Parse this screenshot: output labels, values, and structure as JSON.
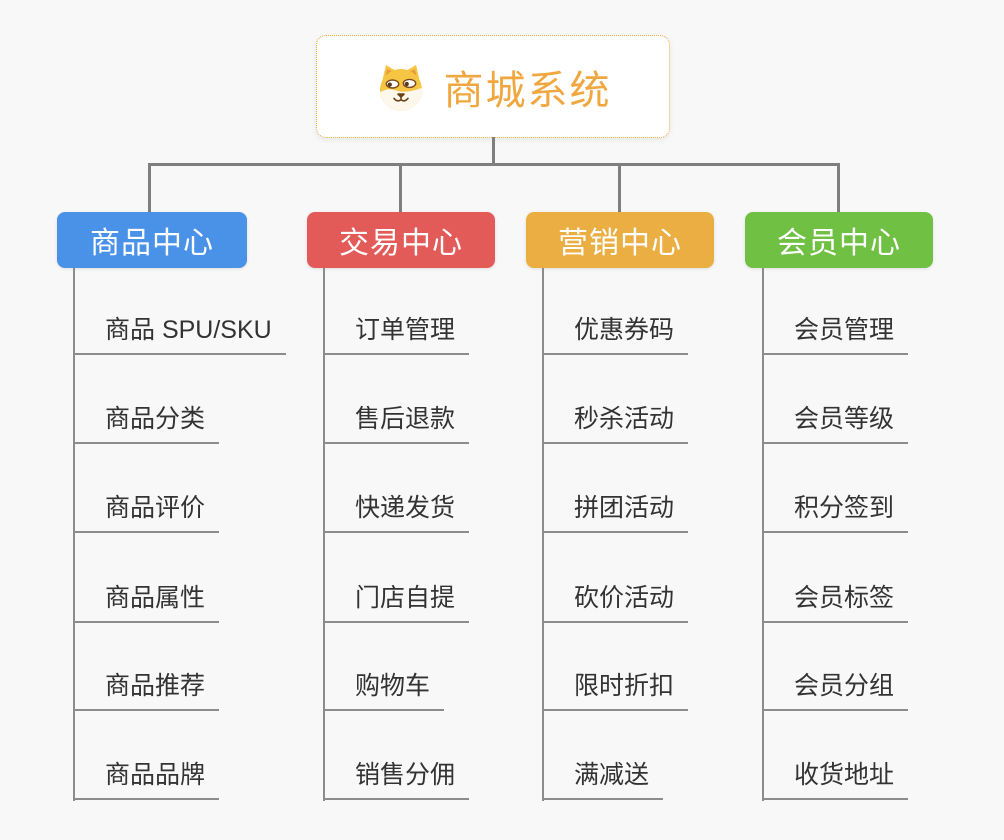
{
  "root": {
    "title": "商城系统",
    "icon": "shiba-dog-icon"
  },
  "branches": [
    {
      "id": "product-center",
      "label": "商品中心",
      "color": "#4a91e8",
      "items": [
        "商品 SPU/SKU",
        "商品分类",
        "商品评价",
        "商品属性",
        "商品推荐",
        "商品品牌"
      ]
    },
    {
      "id": "trade-center",
      "label": "交易中心",
      "color": "#e25b58",
      "items": [
        "订单管理",
        "售后退款",
        "快递发货",
        "门店自提",
        "购物车",
        "销售分佣"
      ]
    },
    {
      "id": "marketing-center",
      "label": "营销中心",
      "color": "#ebae42",
      "items": [
        "优惠券码",
        "秒杀活动",
        "拼团活动",
        "砍价活动",
        "限时折扣",
        "满减送"
      ]
    },
    {
      "id": "member-center",
      "label": "会员中心",
      "color": "#6fc043",
      "items": [
        "会员管理",
        "会员等级",
        "积分签到",
        "会员标签",
        "会员分组",
        "收货地址"
      ]
    }
  ],
  "colors": {
    "background": "#f8f8f8",
    "root_accent": "#f0a73f",
    "tree_connector": "#7f7f7f",
    "leaf_line": "#8c8c8c",
    "leaf_text": "#333333"
  }
}
